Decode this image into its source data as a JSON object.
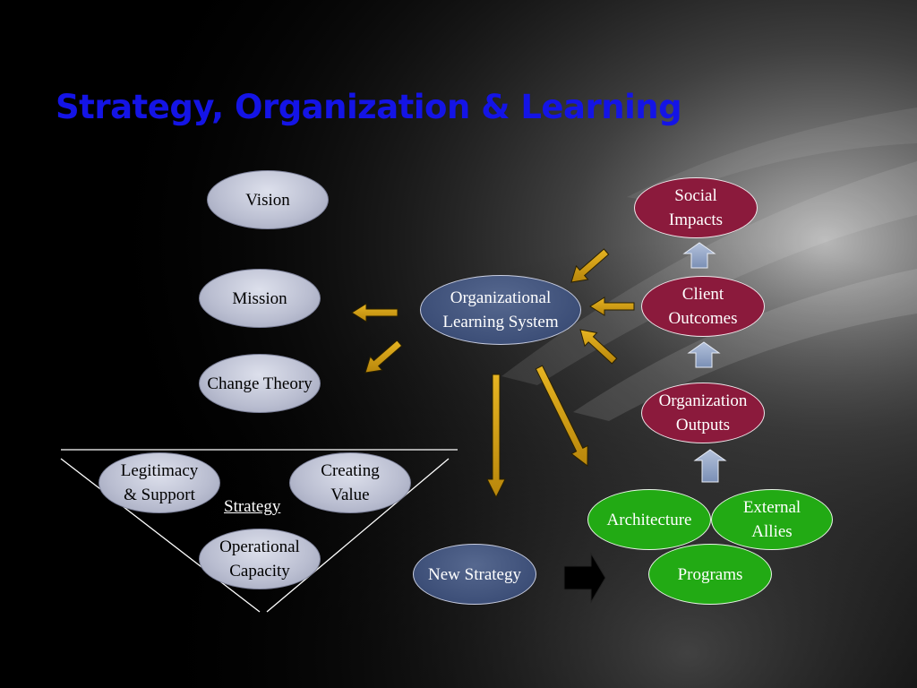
{
  "slide": {
    "title": "Strategy, Organization & Learning"
  },
  "left_column": {
    "vision": "Vision",
    "mission": "Mission",
    "change_theory": "Change Theory"
  },
  "strategy_triangle": {
    "label": "Strategy",
    "legitimacy": [
      "Legitimacy",
      "& Support"
    ],
    "creating_value": [
      "Creating",
      "Value"
    ],
    "operational_capacity": [
      "Operational",
      "Capacity"
    ]
  },
  "center": {
    "learning_system": [
      "Organizational",
      "Learning System"
    ],
    "new_strategy": "New Strategy"
  },
  "right_column": {
    "social_impacts": [
      "Social",
      "Impacts"
    ],
    "client_outcomes": [
      "Client",
      "Outcomes"
    ],
    "organization_outputs": [
      "Organization",
      "Outputs"
    ],
    "architecture": "Architecture",
    "external_allies": [
      "External",
      "Allies"
    ],
    "programs": "Programs"
  },
  "colors": {
    "title": "#1414e6",
    "lavender_node": "#b9bdd0",
    "navy_node": "#3d4f78",
    "maroon_node": "#8b1a3c",
    "green_node": "#22aa14",
    "gold_arrow": "#d4a017",
    "steel_arrow": "#8fa2c4"
  }
}
